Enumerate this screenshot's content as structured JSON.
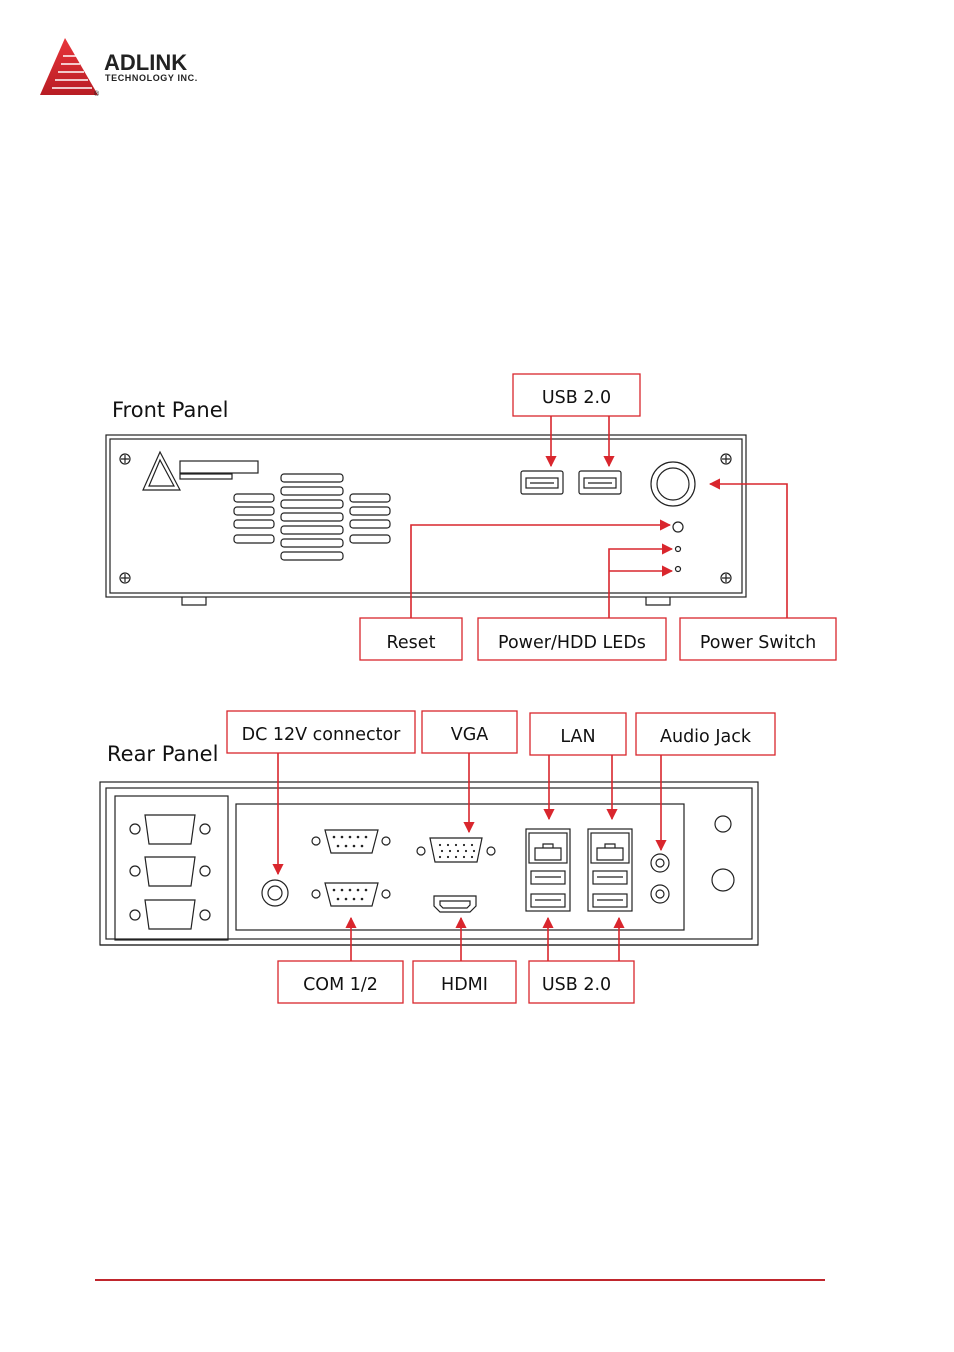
{
  "header": {
    "brand_name": "ADLINK",
    "brand_sub": "TECHNOLOGY INC.",
    "registered_mark": "®",
    "brand_color": "#d9262d"
  },
  "front_panel": {
    "title": "Front Panel",
    "callouts": {
      "usb": "USB 2.0",
      "reset": "Reset",
      "leds": "Power/HDD LEDs",
      "power": "Power Switch"
    }
  },
  "rear_panel": {
    "title": "Rear Panel",
    "callouts": {
      "dc": "DC 12V connector",
      "vga": "VGA",
      "lan": "LAN",
      "audio": "Audio Jack",
      "com": "COM 1/2",
      "hdmi": "HDMI",
      "usb": "USB 2.0"
    }
  },
  "colors": {
    "callout": "#d9262d",
    "footer_rule": "#c0262d"
  }
}
